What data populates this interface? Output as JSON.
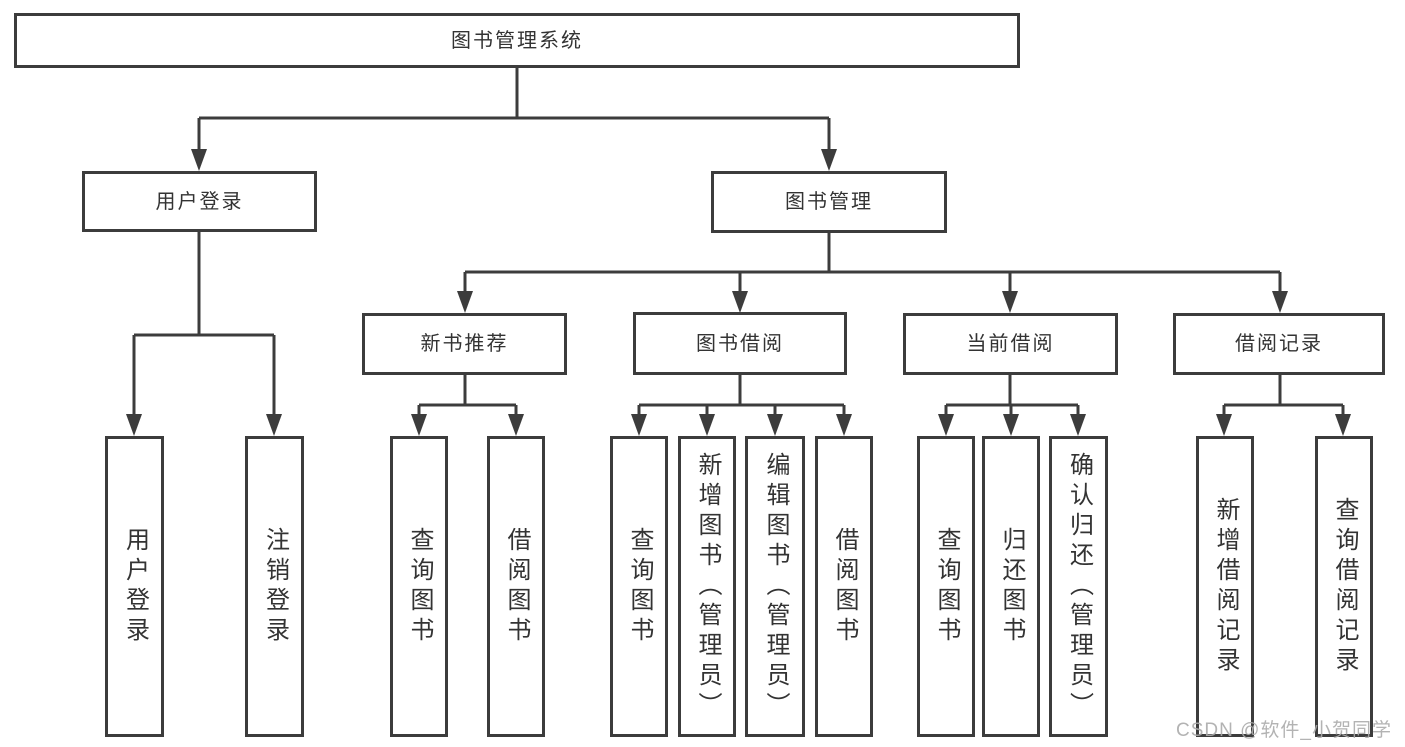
{
  "tree": {
    "label": "图书管理系统",
    "children": [
      {
        "label": "用户登录",
        "children": [
          {
            "label": "用户登录"
          },
          {
            "label": "注销登录"
          }
        ]
      },
      {
        "label": "图书管理",
        "children": [
          {
            "label": "新书推荐",
            "children": [
              {
                "label": "查询图书"
              },
              {
                "label": "借阅图书"
              }
            ]
          },
          {
            "label": "图书借阅",
            "children": [
              {
                "label": "查询图书"
              },
              {
                "label": "新增图书（管理员）"
              },
              {
                "label": "编辑图书（管理员）"
              },
              {
                "label": "借阅图书"
              }
            ]
          },
          {
            "label": "当前借阅",
            "children": [
              {
                "label": "查询图书"
              },
              {
                "label": "归还图书"
              },
              {
                "label": "确认归还（管理员）"
              }
            ]
          },
          {
            "label": "借阅记录",
            "children": [
              {
                "label": "新增借阅记录"
              },
              {
                "label": "查询借阅记录"
              }
            ]
          }
        ]
      }
    ]
  },
  "watermark": {
    "text": "CSDN @软件_小贺同学"
  },
  "colors": {
    "line": "#3c3c3c",
    "text": "#333333",
    "watermark": "#ababab",
    "background": "#ffffff"
  }
}
